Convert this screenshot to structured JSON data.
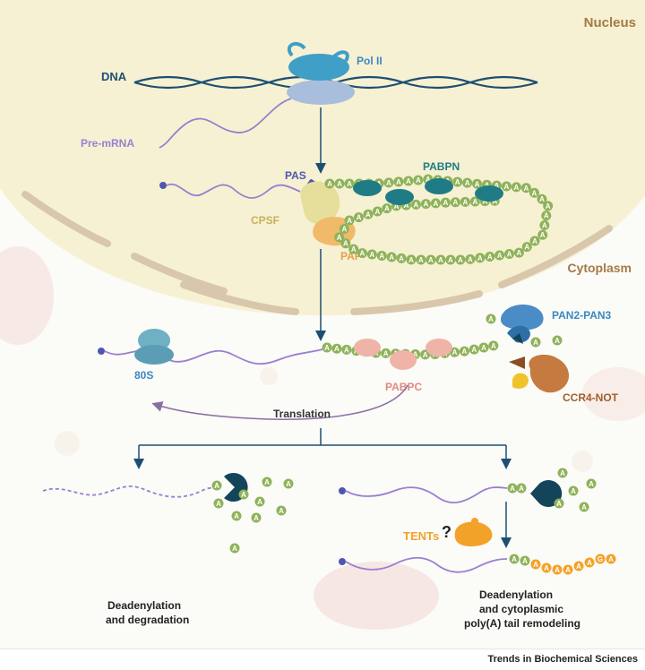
{
  "labels": {
    "nucleus": "Nucleus",
    "cytoplasm": "Cytoplasm",
    "dna": "DNA",
    "pol2": "Pol II",
    "pre_mrna": "Pre-mRNA",
    "pas": "PAS",
    "pabpn": "PABPN",
    "cpsf": "CPSF",
    "pap": "PAP",
    "pan2_pan3": "PAN2-PAN3",
    "ccr4_not": "CCR4-NOT",
    "ribosome": "80S",
    "pabpc": "PABPC",
    "translation": "Translation",
    "tents": "TENTs",
    "question": "?",
    "left_caption_line1": "Deadenylation",
    "left_caption_line2": "and degradation",
    "right_caption_line1": "Deadenylation",
    "right_caption_line2": "and cytoplasmic",
    "right_caption_line3": "poly(A) tail remodeling",
    "footer": "Trends in Biochemical Sciences"
  },
  "tail_letters": {
    "adenosine": "A",
    "guanosine": "G"
  },
  "colors": {
    "background": "#fbfbf7",
    "nucleus_fill": "#f6f1d2",
    "nuclear_envelope": "#d8c7aa",
    "dna": "#1d4f73",
    "rna": "#9a7fd0",
    "pol2": "#3f9fc6",
    "pas": "#4e57b0",
    "pabpn": "#1f7c86",
    "cpsf": "#e6df9c",
    "pap": "#f1b96a",
    "poly_a_bead": "#8fb25a",
    "pan2_pan3": "#4a8cc6",
    "ccr4_not": "#c57a3f",
    "ribosome": "#6fb0c4",
    "pabpc": "#efb3a7",
    "deadenylase_head": "#13445a",
    "tent": "#f3a229",
    "guanosine": "#d8313b",
    "label_blue": "#3b88c3",
    "label_brown": "#a47a47"
  }
}
